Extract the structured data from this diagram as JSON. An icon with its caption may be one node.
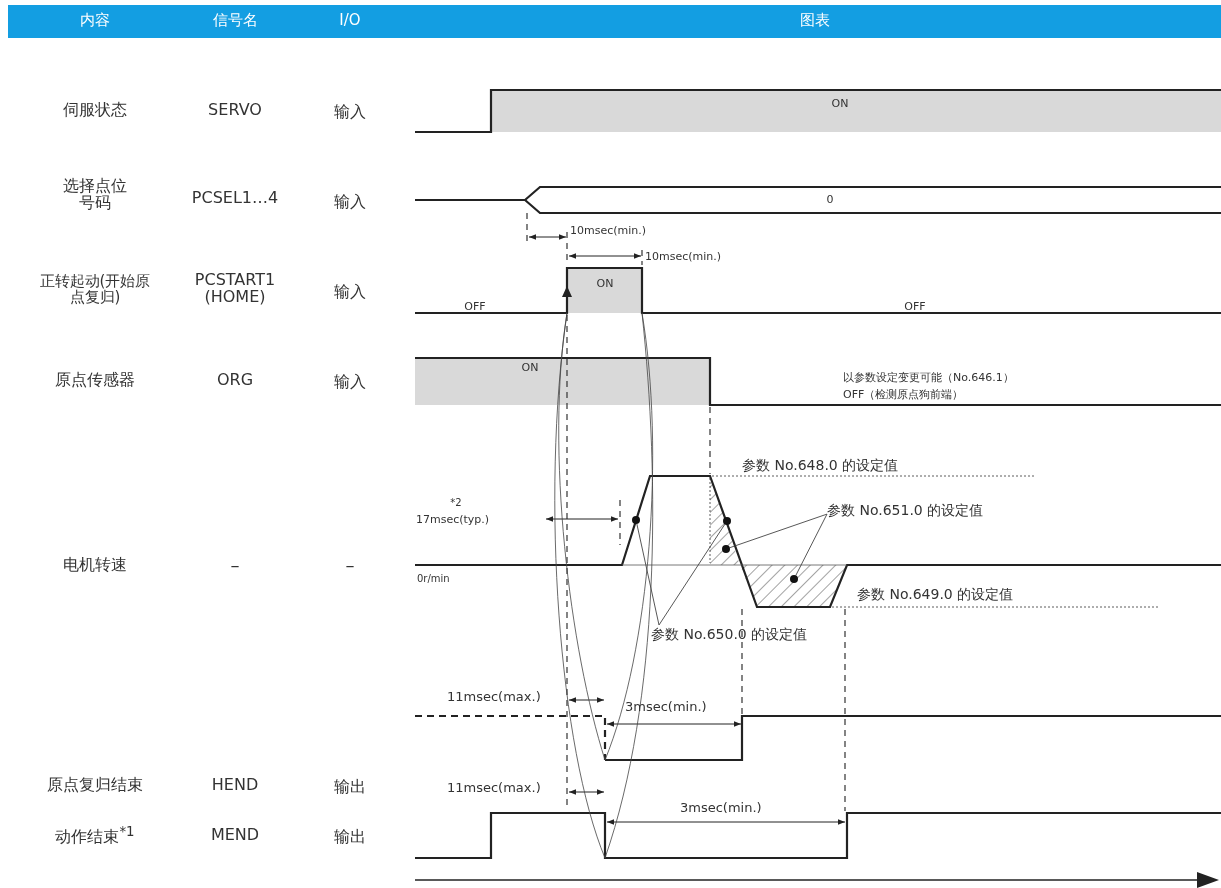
{
  "diagram": {
    "nodes": [
      {
        "text": [
          "参数 No.651.0 的设定值"
        ]
      },
      {
        "text": [
          "参数 No.650.0 的设定值"
        ]
      },
      {
        "text": [],
        "shape": "circle"
      },
      {
        "text": [],
        "shape": "circle"
      },
      {
        "text": [],
        "shape": "circle"
      },
      {
        "text": [],
        "shape": "circle"
      }
    ],
    "edges": [
      {
        "from": 0,
        "to": 4,
        "arrow": "none"
      },
      {
        "from": 0,
        "to": 5,
        "arrow": "none"
      },
      {
        "from": 1,
        "to": 2,
        "arrow": "none"
      },
      {
        "from": 1,
        "to": 3,
        "arrow": "none"
      }
    ],
    "labels": [
      "内容",
      "信号名",
      "I/O",
      "图表",
      "伺服状态",
      "SERVO",
      "输入",
      "选择点位号码",
      "PCSEL1…4",
      "输入",
      "正转起动(开始原点复归)",
      "PCSTART1 (HOME)",
      "输入",
      "原点传感器",
      "ORG",
      "输入",
      "电机转速",
      "–",
      "–",
      "原点复归结束",
      "HEND",
      "输出",
      "动作结束$^{*1}$",
      "MEND",
      "输出",
      "ON",
      "0",
      "10msec(min.)",
      "10msec(min.)",
      "ON",
      "OFF",
      "OFF",
      "ON",
      "以参数设定变更可能（No.646.1）",
      "OFF（检测原点狗前端）",
      "参数 No.648.0 的设定值",
      "*2",
      "17msec(typ.)",
      "0r/min",
      "参数 No.649.0 的设定值",
      "11msec(max.)",
      "3msec(min.)",
      "11msec(max.)",
      "3msec(min.)"
    ]
  }
}
